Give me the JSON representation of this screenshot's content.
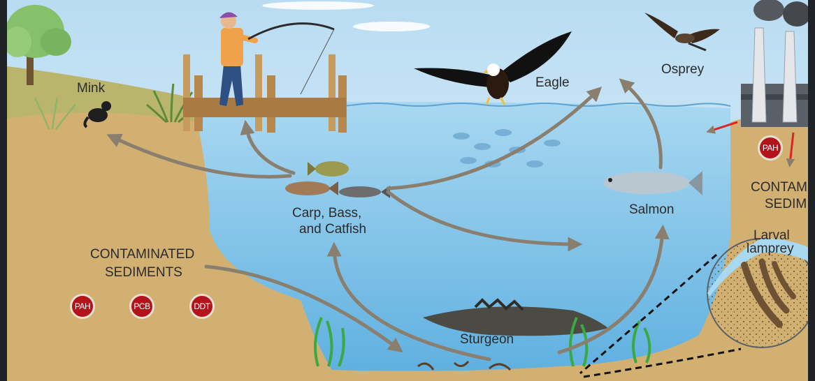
{
  "labels": {
    "mink": "Mink",
    "eagle": "Eagle",
    "osprey": "Osprey",
    "fish_group_line1": "Carp, Bass,",
    "fish_group_line2": "and Catfish",
    "salmon": "Salmon",
    "sturgeon": "Sturgeon",
    "sediments_line1": "CONTAMINATED",
    "sediments_line2": "SEDIMENTS",
    "right_sediments_line1": "CONTAM",
    "right_sediments_line2": "SEDIM",
    "lamprey_line1": "Larval",
    "lamprey_line2": "lamprey"
  },
  "badges": {
    "left": [
      "PAH",
      "PCB",
      "DDT"
    ],
    "right": "PAH"
  },
  "colors": {
    "sky": "#cfe7f5",
    "water": "#7fc1e6",
    "sediment": "#d2b072",
    "arrow": "#8a7f6e",
    "badge": "#b3141c",
    "frame": "#1f2328"
  }
}
